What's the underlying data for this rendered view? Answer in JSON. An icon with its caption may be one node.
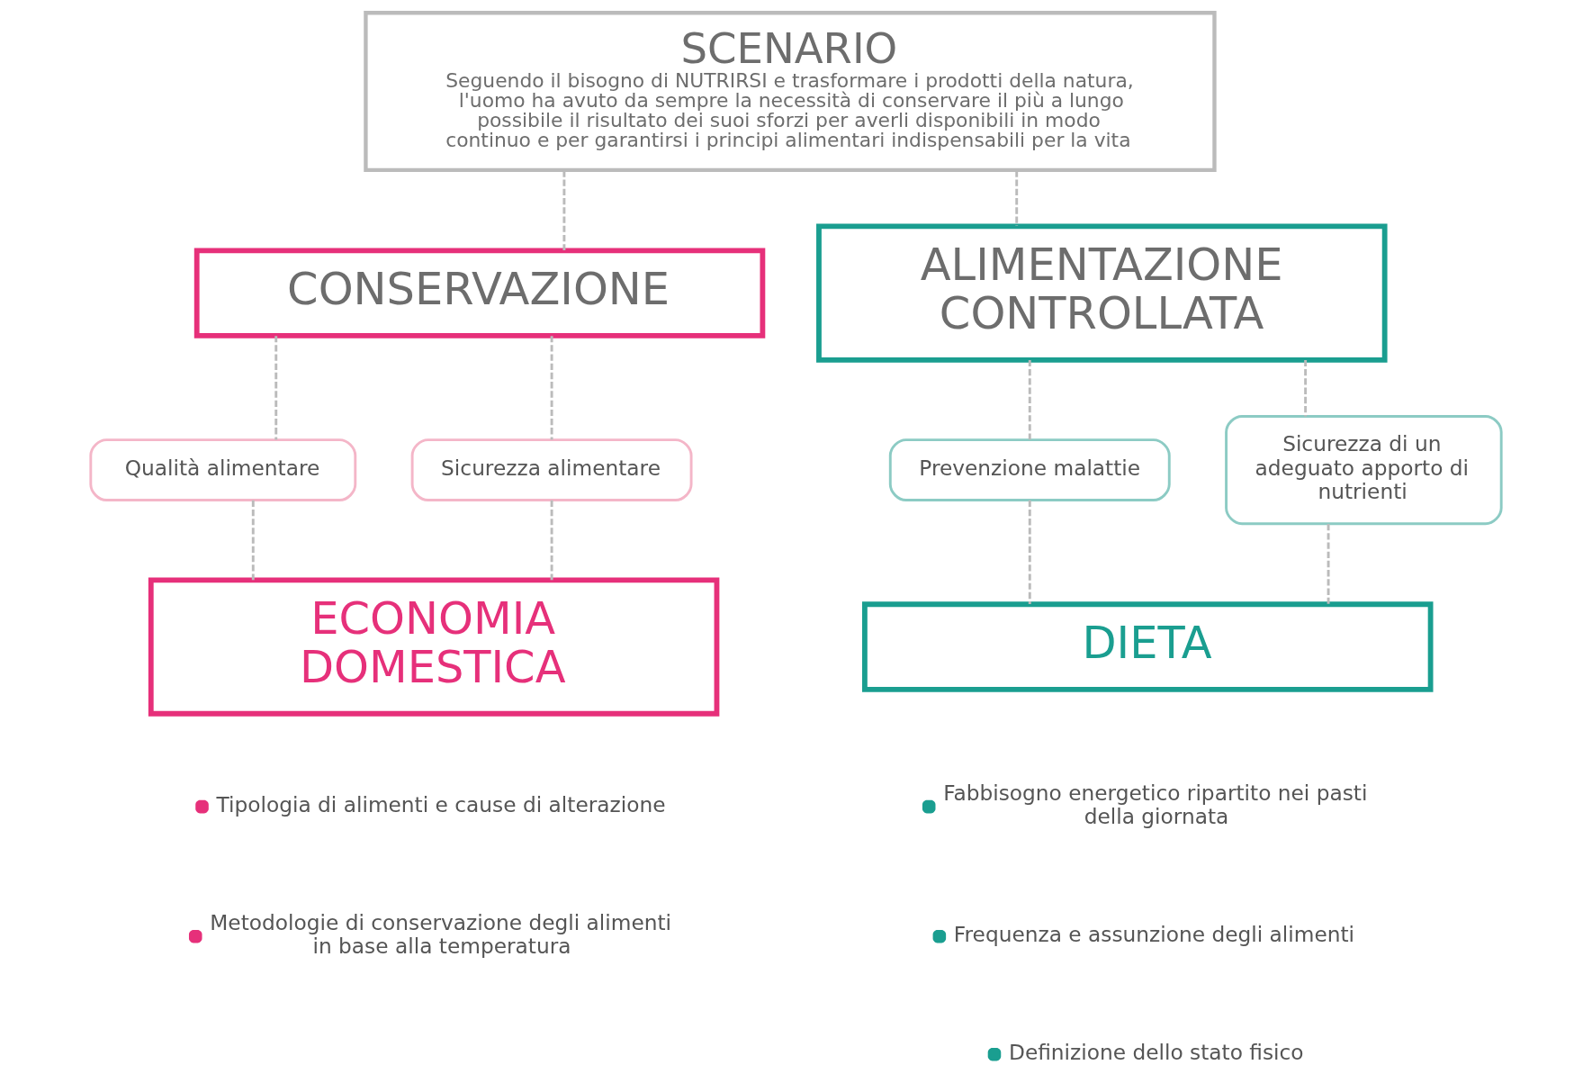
{
  "diagram": {
    "nodes": [
      {
        "text": [
          "SCENARIO",
          "Seguendo il bisogno di NUTRIRSI e trasformare i prodotti della natura, l'uomo ha avuto da sempre la necessità di conservare il più a lungo possibile il risultato dei suoi sforzi per averli disponibili in modo continuo e per garantirsi i principi alimentari indispensabili per la vita"
        ]
      },
      {
        "text": [
          "CONSERVAZIONE"
        ]
      },
      {
        "text": [
          "ALIMENTAZIONE CONTROLLATA"
        ]
      },
      {
        "text": [
          "Qualità alimentare"
        ]
      },
      {
        "text": [
          "Sicurezza alimentare"
        ]
      },
      {
        "text": [
          "Prevenzione malattie"
        ]
      },
      {
        "text": [
          "Sicurezza di un adeguato apporto di nutrienti"
        ]
      },
      {
        "text": [
          "ECONOMIA DOMESTICA"
        ]
      },
      {
        "text": [
          "DIETA"
        ]
      }
    ],
    "edges": [
      {
        "from": 0,
        "to": 1,
        "arrow": "none",
        "style": "dashed"
      },
      {
        "from": 0,
        "to": 2,
        "arrow": "none",
        "style": "dashed"
      },
      {
        "from": 1,
        "to": 3,
        "arrow": "none",
        "style": "dashed"
      },
      {
        "from": 1,
        "to": 4,
        "arrow": "none",
        "style": "dashed"
      },
      {
        "from": 2,
        "to": 5,
        "arrow": "none",
        "style": "dashed"
      },
      {
        "from": 2,
        "to": 6,
        "arrow": "none",
        "style": "dashed"
      },
      {
        "from": 3,
        "to": 7,
        "arrow": "none",
        "style": "dashed"
      },
      {
        "from": 4,
        "to": 7,
        "arrow": "none",
        "style": "dashed"
      },
      {
        "from": 5,
        "to": 8,
        "arrow": "none",
        "style": "dashed"
      },
      {
        "from": 6,
        "to": 8,
        "arrow": "none",
        "style": "dashed"
      }
    ],
    "labels": [
      "Tipologia di alimenti e cause di alterazione",
      "Metodologie di conservazione degli alimenti in base alla temperatura",
      "Fabbisogno energetico ripartito nei pasti della giornata",
      "Frequenza e assunzione degli alimenti",
      "Definizione dello stato fisico"
    ]
  }
}
